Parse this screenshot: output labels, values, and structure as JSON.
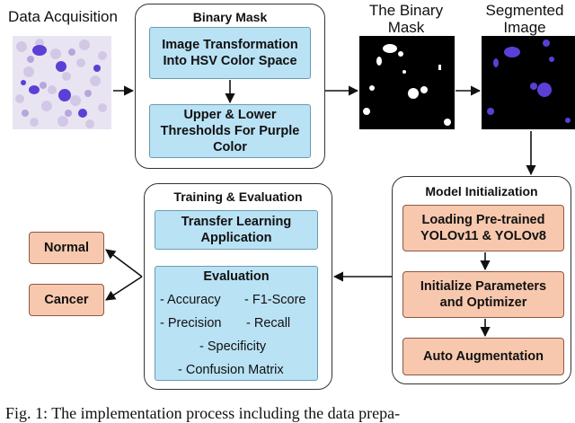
{
  "labels": {
    "data_acquisition": "Data Acquisition",
    "binary_mask_title": "The Binary",
    "binary_mask_title2": "Mask",
    "segmented_title": "Segmented",
    "segmented_title2": "Image"
  },
  "binary_mask_group": {
    "title": "Binary Mask",
    "step1": "Image Transformation Into HSV Color Space",
    "step2": "Upper & Lower Thresholds For Purple Color"
  },
  "model_init_group": {
    "title": "Model Initialization",
    "step1": "Loading Pre-trained YOLOv11 & YOLOv8",
    "step2": "Initialize Parameters and Optimizer",
    "step3": "Auto Augmentation"
  },
  "training_group": {
    "title": "Training & Evaluation",
    "transfer": "Transfer Learning Application",
    "evaluation_title": "Evaluation",
    "metrics": {
      "accuracy": "- Accuracy",
      "f1": "- F1-Score",
      "precision": "- Precision",
      "recall": "- Recall",
      "specificity": "- Specificity",
      "confusion": "- Confusion Matrix"
    }
  },
  "outputs": {
    "normal": "Normal",
    "cancer": "Cancer"
  },
  "caption": "Fig. 1: The implementation process including the data prepa-",
  "colors": {
    "process_box": "#b9e2f4",
    "output_box": "#f7c8ad",
    "cell_purple": "#5b3fd6"
  }
}
